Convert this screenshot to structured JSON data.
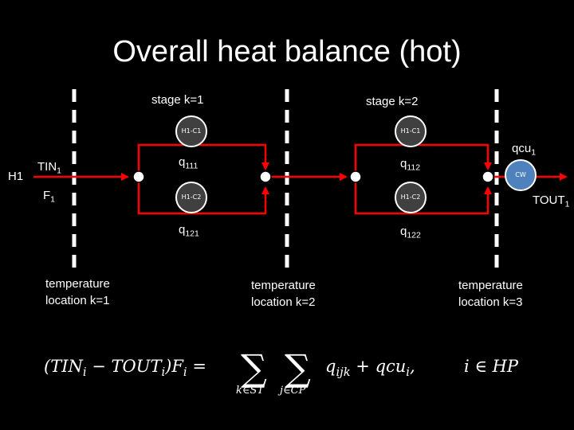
{
  "title": "Overall heat balance (hot)",
  "stream": {
    "name": "H1",
    "inlet_label": "TIN",
    "inlet_sub": "1",
    "flow_label": "F",
    "flow_sub": "1",
    "outlet_label": "TOUT",
    "outlet_sub": "1"
  },
  "stages": [
    {
      "label": "stage k=1"
    },
    {
      "label": "stage k=2"
    }
  ],
  "exchangers": [
    {
      "label": "H1-C1",
      "load": "q",
      "load_sub": "111"
    },
    {
      "label": "H1-C1",
      "load": "q",
      "load_sub": "112"
    },
    {
      "label": "H1-C2",
      "load": "q",
      "load_sub": "121"
    },
    {
      "label": "H1-C2",
      "load": "q",
      "load_sub": "122"
    }
  ],
  "utility": {
    "label": "CW",
    "load": "qcu",
    "load_sub": "1"
  },
  "locations": [
    {
      "line1": "temperature",
      "line2": "location k=1"
    },
    {
      "line1": "temperature",
      "line2": "location k=2"
    },
    {
      "line1": "temperature",
      "line2": "location k=3"
    }
  ],
  "equation": {
    "lhs": "(TIN",
    "lhs_i1": "i",
    "lhs_mid": " − TOUT",
    "lhs_i2": "i",
    "lhs_end": ")F",
    "lhs_i3": "i",
    "eq": "=",
    "sum1_index": "k∈ST",
    "sum2_index": "j∈CP",
    "term": "q",
    "term_sub": "ijk",
    "plus": "+ qcu",
    "plus_sub": "i",
    "comma": ",",
    "domain": "i ∈ HP"
  },
  "colors": {
    "stream": "#ff0000",
    "exchanger_fill": "#404040",
    "utility_fill": "#4f81bd",
    "divider": "#ffffff",
    "background": "#000000"
  }
}
